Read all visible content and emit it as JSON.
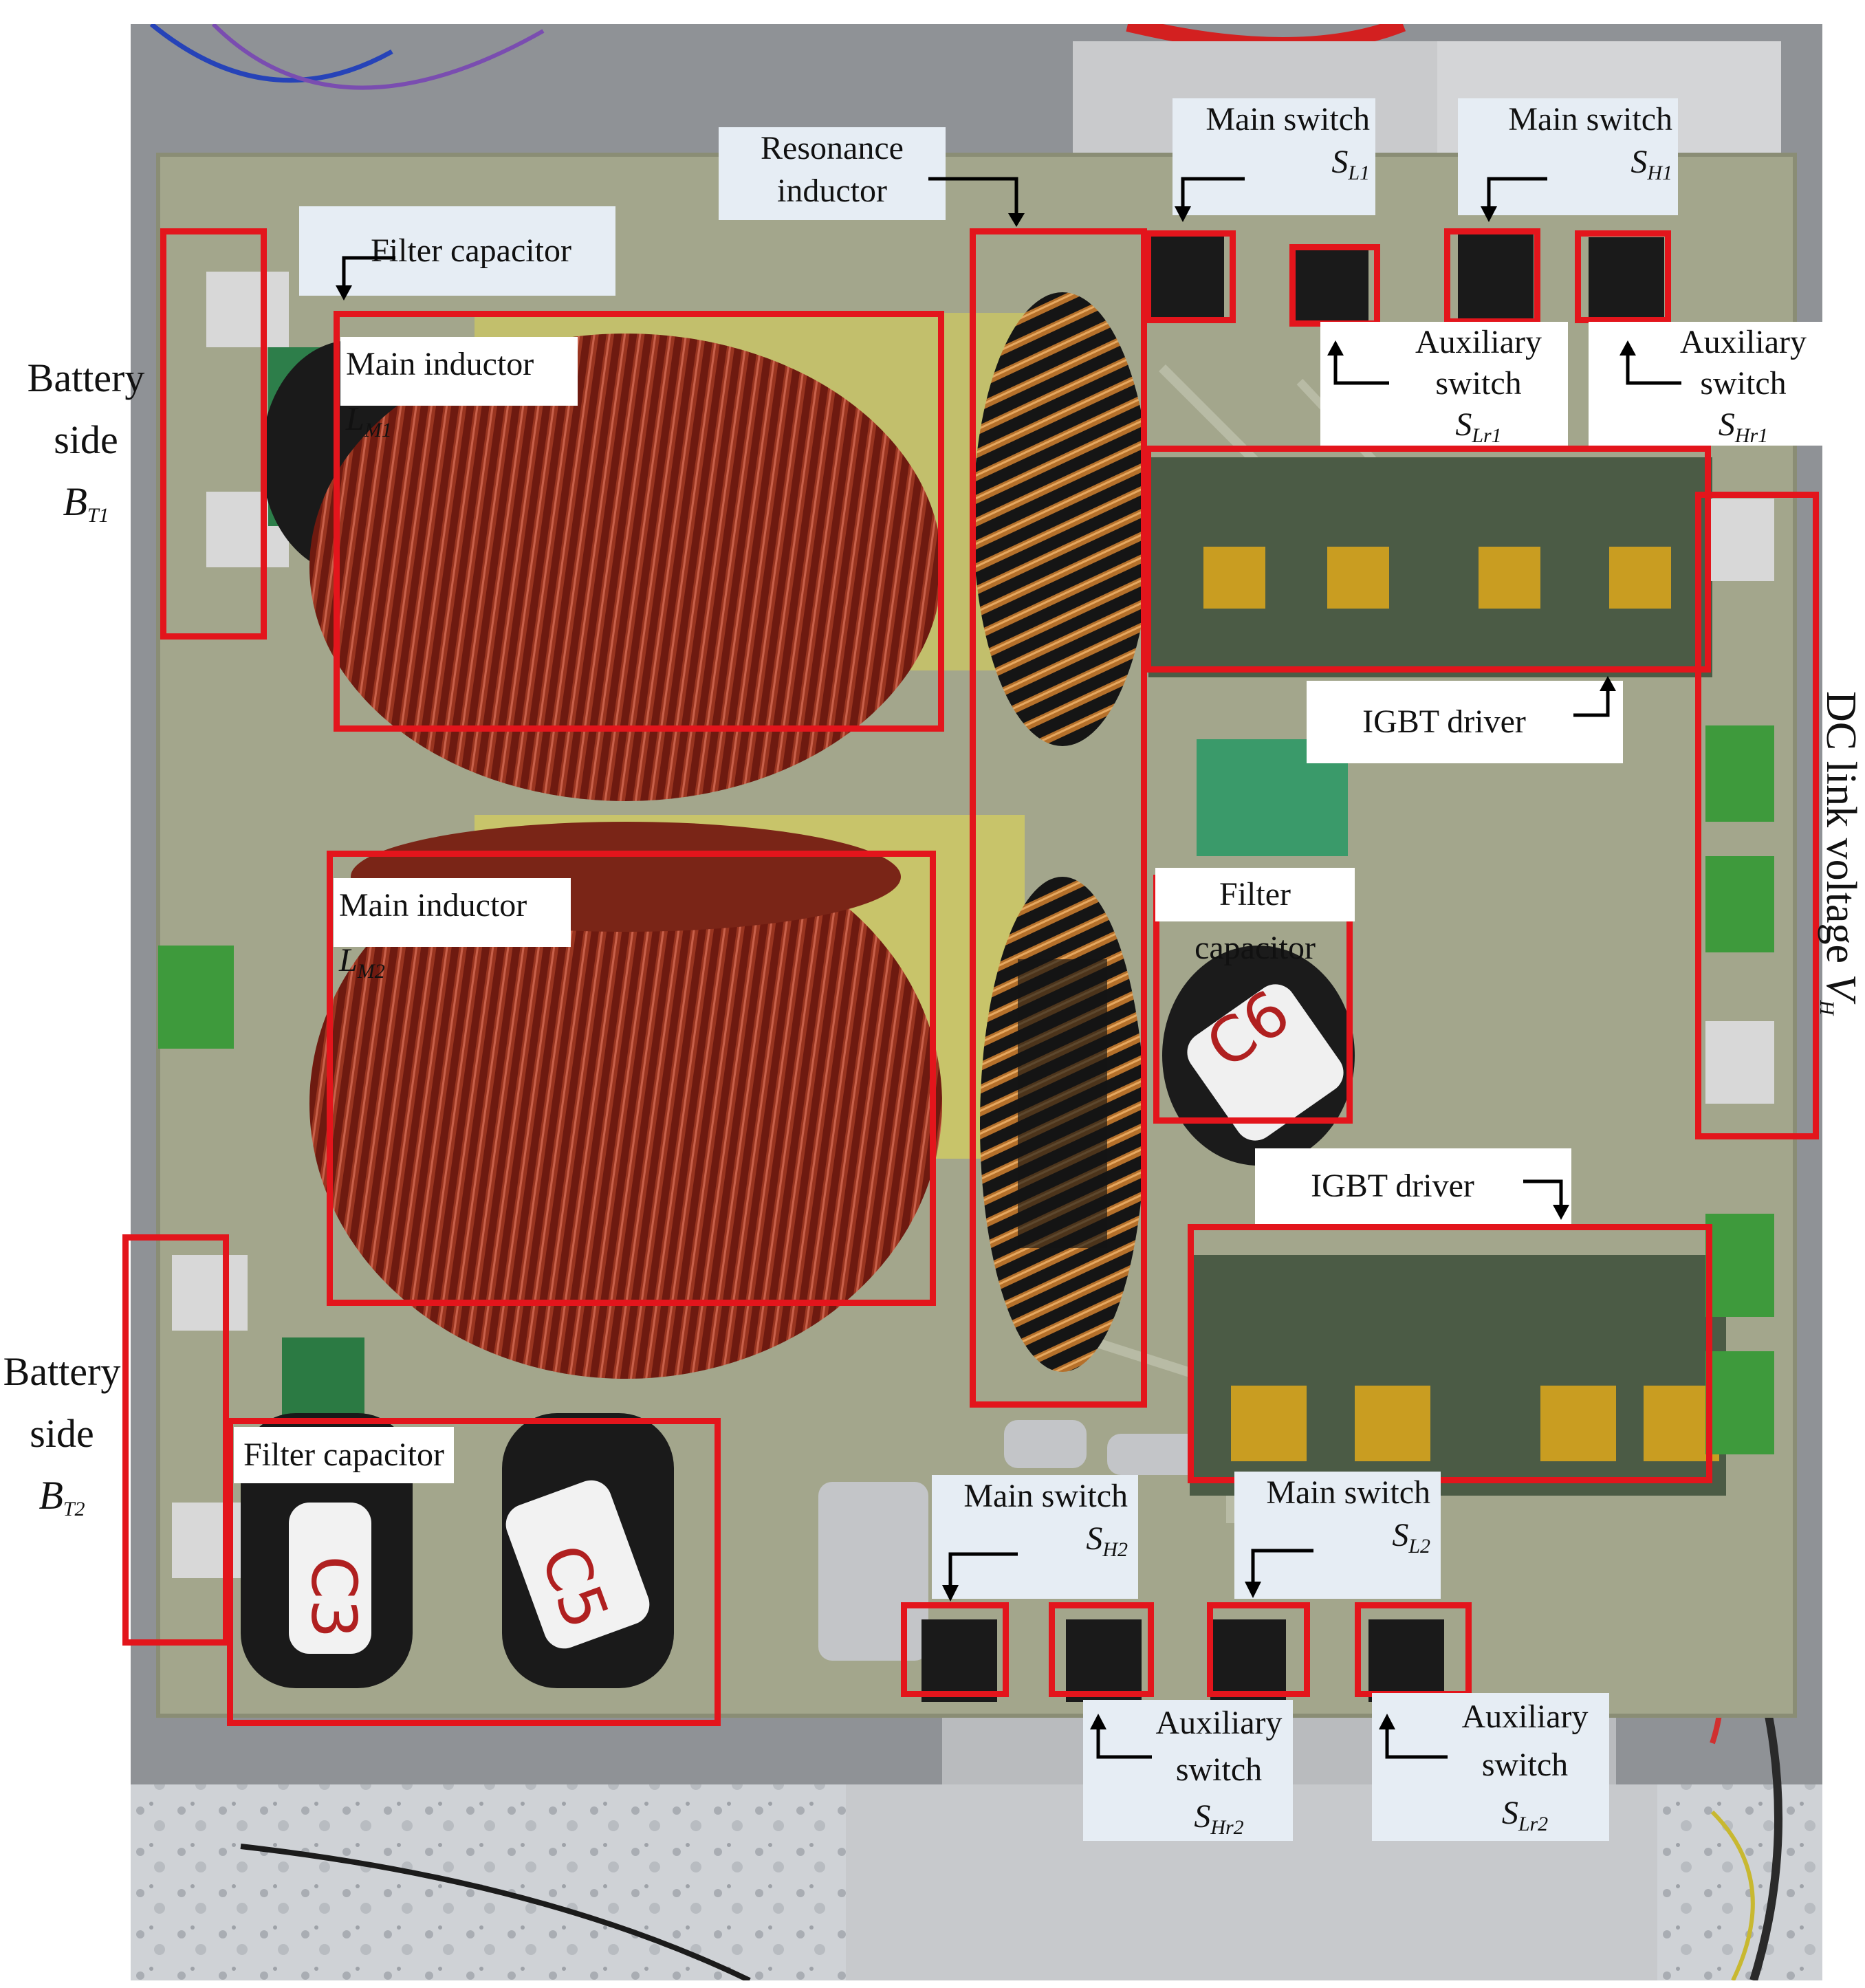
{
  "photo_description": "Top view of a DC-DC converter prototype PCB with toroidal inductors, electrolytic capacitors and IGBT switches",
  "colors": {
    "highlight": "#e3151c",
    "copper": "#7a2012",
    "board": "#a6a88f"
  },
  "side_labels": {
    "bt1": {
      "line1": "Battery",
      "line2": "side",
      "symbol": "B",
      "sub": "T1"
    },
    "bt2": {
      "line1": "Battery",
      "line2": "side",
      "symbol": "B",
      "sub": "T2"
    },
    "dc": {
      "text": "DC link voltage ",
      "symbol": "V",
      "sub": "H"
    }
  },
  "labels": {
    "resonance": {
      "line1": "Resonance",
      "line2": "inductor"
    },
    "filter_top": "Filter capacitor",
    "filter_mid": "Filter capacitor",
    "filter_bot": "Filter capacitor",
    "lm1": {
      "text": "Main inductor ",
      "symbol": "L",
      "sub": "M1"
    },
    "lm2": {
      "text": "Main inductor ",
      "symbol": "L",
      "sub": "M2"
    },
    "sl1": {
      "line1": "Main switch",
      "symbol": "S",
      "sub": "L1"
    },
    "sh1": {
      "line1": "Main switch",
      "symbol": "S",
      "sub": "H1"
    },
    "slr1": {
      "line1": "Auxiliary",
      "line2": "switch",
      "symbol": "S",
      "sub": "Lr1"
    },
    "shr1": {
      "line1": "Auxiliary",
      "line2": "switch",
      "symbol": "S",
      "sub": "Hr1"
    },
    "igbt_top": "IGBT driver",
    "igbt_bot": "IGBT driver",
    "sh2": {
      "line1": "Main switch",
      "symbol": "S",
      "sub": "H2"
    },
    "sl2": {
      "line1": "Main switch",
      "symbol": "S",
      "sub": "L2"
    },
    "shr2": {
      "line1": "Auxiliary",
      "line2": "switch",
      "symbol": "S",
      "sub": "Hr2"
    },
    "slr2": {
      "line1": "Auxiliary",
      "line2": "switch",
      "symbol": "S",
      "sub": "Lr2"
    }
  },
  "capacitor_marks": {
    "c6": "C6",
    "c3": "C3",
    "c5": "C5"
  }
}
